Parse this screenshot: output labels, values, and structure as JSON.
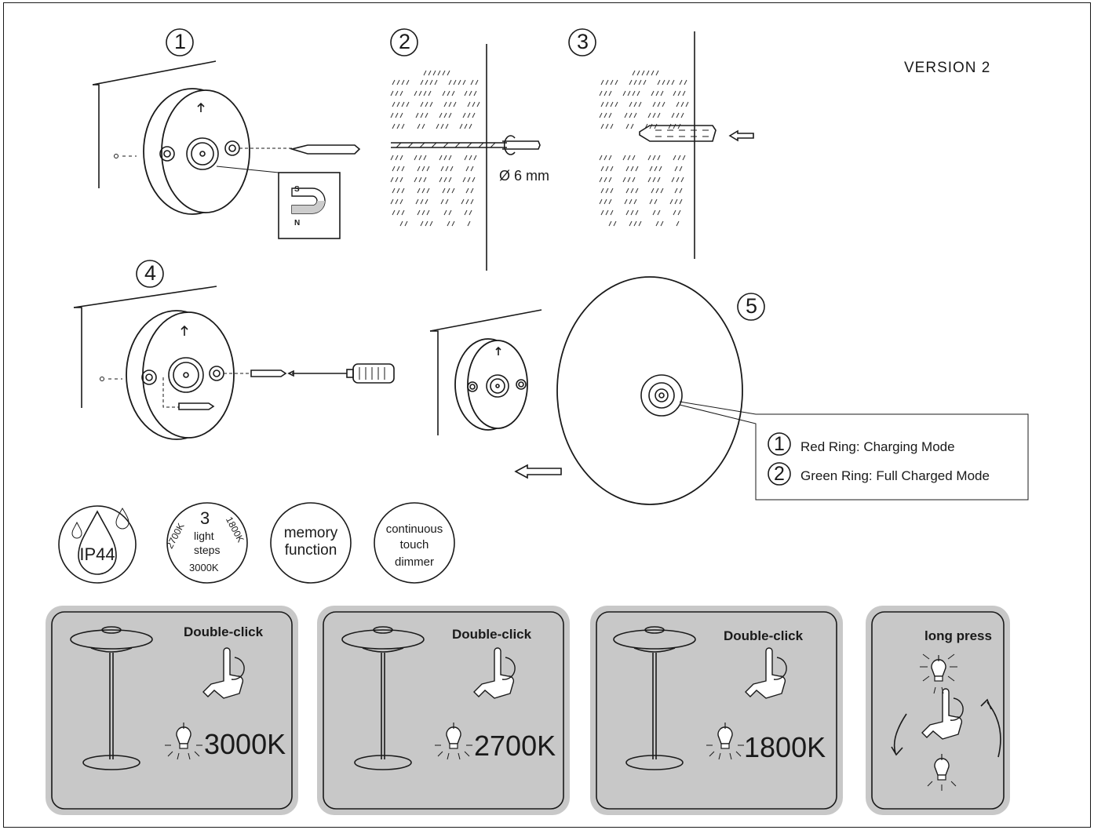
{
  "version_label": "VERSION  2",
  "steps": [
    "1",
    "2",
    "3",
    "4",
    "5"
  ],
  "drill_size": "Ø 6 mm",
  "magnet": {
    "south": "S",
    "north": "N"
  },
  "ring_modes": [
    {
      "num": "1",
      "label": "Red Ring: Charging Mode"
    },
    {
      "num": "2",
      "label": "Green Ring: Full Charged Mode"
    }
  ],
  "badges": {
    "ip": "IP44",
    "light_steps": {
      "count": "3",
      "word1": "light",
      "word2": "steps",
      "k_left": "2700K",
      "k_right": "1800K",
      "k_bottom": "3000K"
    },
    "memory": [
      "memory",
      "function"
    ],
    "dimmer": [
      "continuous",
      "touch",
      "dimmer"
    ]
  },
  "panels": [
    {
      "action": "Double-click",
      "temp": "3000K"
    },
    {
      "action": "Double-click",
      "temp": "2700K"
    },
    {
      "action": "Double-click",
      "temp": "1800K"
    },
    {
      "action": "long press"
    }
  ]
}
